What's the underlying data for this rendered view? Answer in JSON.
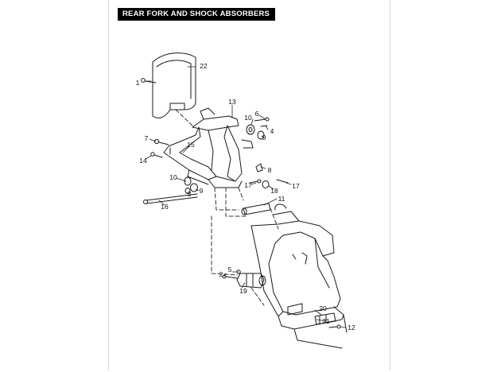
{
  "diagram": {
    "title": "REAR FORK AND SHOCK ABSORBERS"
  },
  "callouts": [
    {
      "id": "c1",
      "label": "1"
    },
    {
      "id": "c22",
      "label": "22"
    },
    {
      "id": "c13",
      "label": "13"
    },
    {
      "id": "c10a",
      "label": "10"
    },
    {
      "id": "c6",
      "label": "6"
    },
    {
      "id": "c4",
      "label": "4"
    },
    {
      "id": "c9a",
      "label": "9"
    },
    {
      "id": "c7",
      "label": "7"
    },
    {
      "id": "c15",
      "label": "15"
    },
    {
      "id": "c14",
      "label": "14"
    },
    {
      "id": "c8",
      "label": "8"
    },
    {
      "id": "c10b",
      "label": "10"
    },
    {
      "id": "c9b",
      "label": "9"
    },
    {
      "id": "c3",
      "label": "3"
    },
    {
      "id": "c17a",
      "label": "17"
    },
    {
      "id": "c18",
      "label": "18"
    },
    {
      "id": "c17b",
      "label": "17"
    },
    {
      "id": "c11",
      "label": "11"
    },
    {
      "id": "c16",
      "label": "16"
    },
    {
      "id": "c5",
      "label": "5"
    },
    {
      "id": "c2",
      "label": "2"
    },
    {
      "id": "c19",
      "label": "19"
    },
    {
      "id": "c20",
      "label": "20"
    },
    {
      "id": "c21",
      "label": "21"
    },
    {
      "id": "c12",
      "label": "12"
    }
  ]
}
